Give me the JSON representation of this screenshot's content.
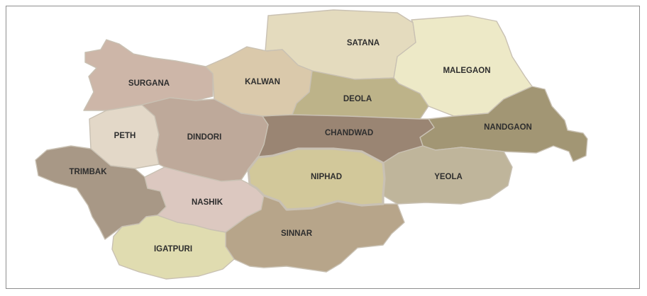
{
  "map": {
    "highlight_color": "#e0764f",
    "regions": [
      {
        "id": "surgana",
        "label": "SURGANA",
        "color": "#cdb6a8"
      },
      {
        "id": "satana",
        "label": "SATANA",
        "color": "#e4dbbe"
      },
      {
        "id": "malegaon",
        "label": "MALEGAON",
        "color": "#ede9c7"
      },
      {
        "id": "kalwan",
        "label": "KALWAN",
        "color": "#dac9ab"
      },
      {
        "id": "deola",
        "label": "DEOLA",
        "color": "#bdb389"
      },
      {
        "id": "peth",
        "label": "PETH",
        "color": "#e3d8c8"
      },
      {
        "id": "dindori",
        "label": "DINDORI",
        "color": "#bea99a"
      },
      {
        "id": "chandwad",
        "label": "CHANDWAD",
        "color": "#9a8573"
      },
      {
        "id": "nandgaon",
        "label": "NANDGAON",
        "color": "#a29674"
      },
      {
        "id": "trimbak",
        "label": "TRIMBAK",
        "color": "#a89886"
      },
      {
        "id": "niphad",
        "label": "NIPHAD",
        "color": "#d2c89a",
        "highlighted": true
      },
      {
        "id": "yeola",
        "label": "YEOLA",
        "color": "#bfb59b"
      },
      {
        "id": "nashik",
        "label": "NASHIK",
        "color": "#dcc8c0"
      },
      {
        "id": "sinnar",
        "label": "SINNAR",
        "color": "#b7a58a"
      },
      {
        "id": "igatpuri",
        "label": "IGATPURI",
        "color": "#e0dcb0"
      }
    ]
  }
}
